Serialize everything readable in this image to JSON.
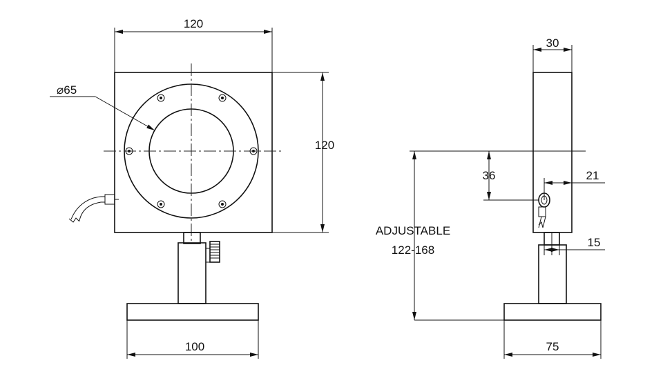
{
  "drawing": {
    "front_view": {
      "width_dim": "120",
      "height_dim": "120",
      "aperture_dim": "⌀65",
      "base_width_dim": "100"
    },
    "side_view": {
      "depth_dim": "30",
      "offset_dim": "21",
      "center_height_dim": "36",
      "post_dim": "15",
      "base_depth_dim": "75",
      "adjustable_label": "ADJUSTABLE",
      "adjustable_range": "122-168"
    }
  }
}
